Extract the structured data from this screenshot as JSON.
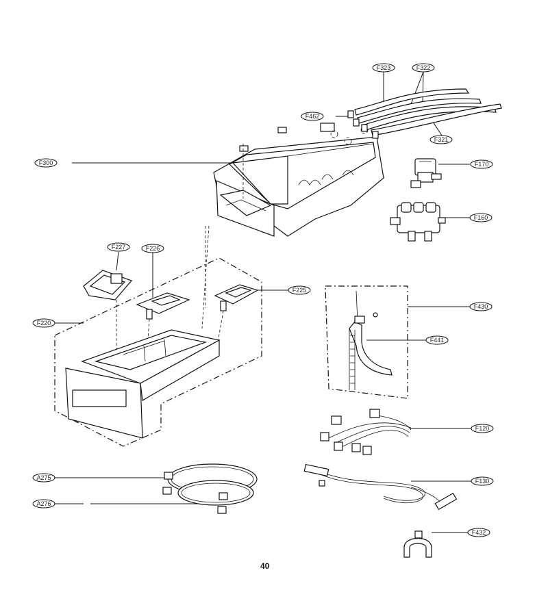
{
  "labels": {
    "F323": "F323",
    "F322": "F322",
    "F462": "F462",
    "F321": "F321",
    "F300": "F300",
    "F170": "F170",
    "F160": "F160",
    "F227": "F227",
    "F226": "F226",
    "F225": "F225",
    "F220": "F220",
    "F430": "F430",
    "F441": "F441",
    "F120": "F120",
    "A275": "A275",
    "F130": "F130",
    "A276": "A276",
    "F432": "F432"
  },
  "page_number": "40"
}
